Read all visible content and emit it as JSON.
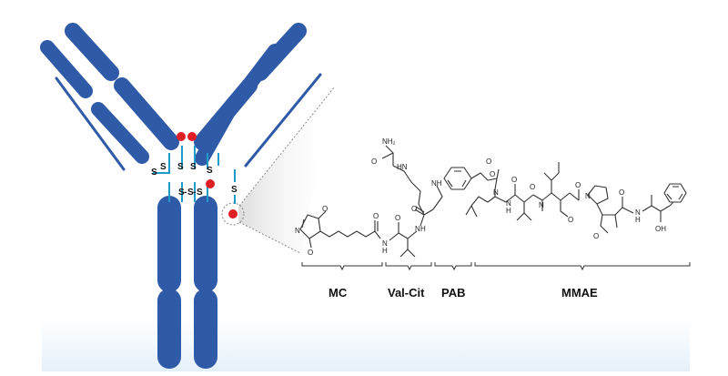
{
  "antibody": {
    "body_color": "#2e5aa8",
    "linker_color": "#1e9bc9",
    "payload_dot_color": "#e01f24",
    "disulfide_symbol": "S"
  },
  "segments": [
    {
      "key": "mc",
      "label": "MC"
    },
    {
      "key": "valcit",
      "label": "Val-Cit"
    },
    {
      "key": "pab",
      "label": "PAB"
    },
    {
      "key": "mmae",
      "label": "MMAE"
    }
  ],
  "atoms": {
    "nh2": "NH₂",
    "o": "O",
    "n": "N",
    "hn": "HN",
    "nh": "NH",
    "h": "H",
    "oh": "OH"
  }
}
